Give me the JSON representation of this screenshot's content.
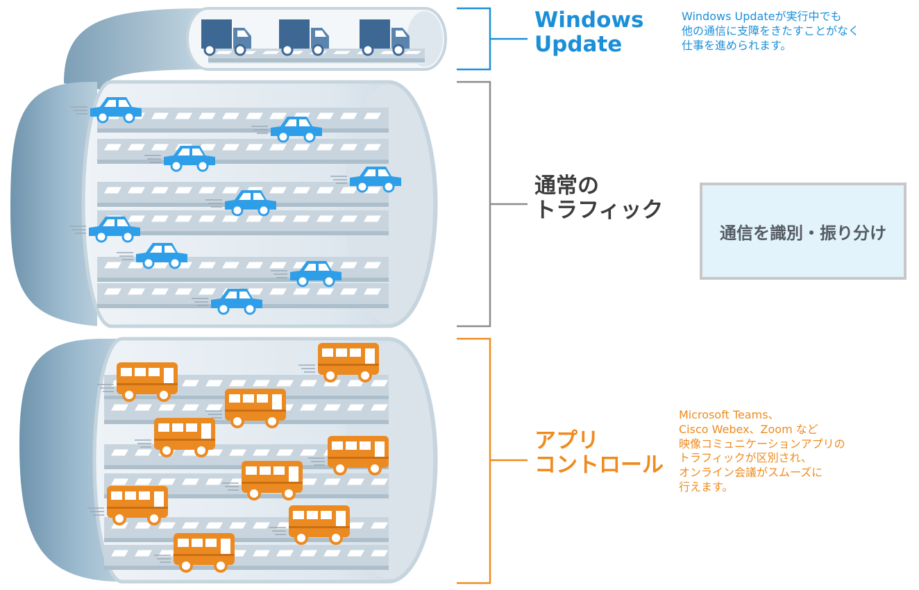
{
  "labels": {
    "windows_update": {
      "title_lines": [
        "Windows",
        "Update"
      ],
      "desc_lines": [
        "Windows Updateが実行中でも",
        "他の通信に支障をきたすことがなく",
        "仕事を進められます。"
      ]
    },
    "normal_traffic": {
      "title_lines": [
        "通常の",
        "トラフィック"
      ]
    },
    "app_control": {
      "title_lines": [
        "アプリ",
        "コントロール"
      ],
      "desc_lines": [
        "Microsoft Teams、",
        "Cisco Webex、Zoom など",
        "映像コミュニケーションアプリの",
        "トラフィックが区別され、",
        "オンライン会議がスムーズに",
        "行えます。"
      ]
    }
  },
  "identify_box": {
    "label": "通信を識別・振り分け"
  },
  "colors": {
    "windows_update": "#1a8fd8",
    "normal_traffic": "#3c3c3c",
    "app_control": "#ef8a1c",
    "truck": "#3d6894",
    "car": "#2f9ee8",
    "bus": "#ec8a22",
    "pipe": "#8fb0c6",
    "box_fill": "#e2f3fb",
    "box_border": "#c7c7c7"
  },
  "icons": {
    "truck": "truck-icon",
    "car": "car-icon",
    "bus": "bus-icon"
  }
}
